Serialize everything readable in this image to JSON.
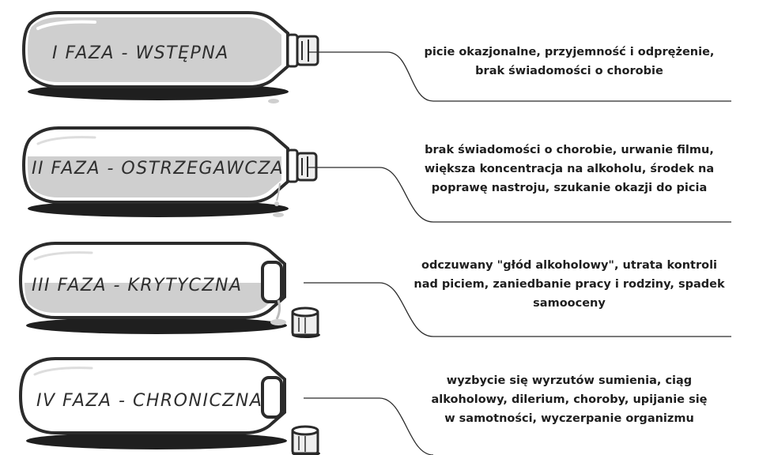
{
  "phases": [
    {
      "label": "I FAZA - WSTĘPNA",
      "description": [
        "picie okazjonalne, przyjemność i odprężenie,",
        "brak świadomości o chorobie"
      ]
    },
    {
      "label": "II FAZA - OSTRZEGAWCZA",
      "description": [
        "brak świadomości o chorobie, urwanie filmu,",
        "większa koncentracja na alkoholu, środek na",
        "poprawę nastroju, szukanie okazji do picia"
      ]
    },
    {
      "label": "III FAZA - KRYTYCZNA",
      "description": [
        "odczuwany \"głód alkoholowy\", utrata kontroli",
        "nad piciem, zaniedbanie pracy i rodziny, spadek",
        "samooceny"
      ]
    },
    {
      "label": "IV FAZA - CHRONICZNA",
      "description": [
        "wyzbycie się wyrzutów sumienia, ciąg",
        "alkoholowy, dilerium, choroby, upijanie się",
        "w samotności, wyczerpanie organizmu"
      ]
    }
  ],
  "colors": {
    "outline": "#2b2b2b",
    "liquid": "#cfcfcf",
    "shadow": "#1f1f1f",
    "cork": "#eeeeee",
    "text": "#1e1e1e"
  }
}
